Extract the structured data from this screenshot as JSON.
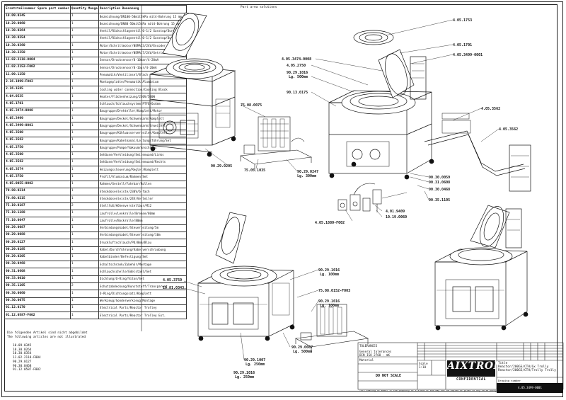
{
  "table": {
    "headers": [
      "Ersatzteilnummer Spare part number",
      "Quantity Menge",
      "Description Benennung"
    ],
    "rows": [
      [
        "10.09.0345",
        "1",
        "Bezeichnung/DN100-50mit5kPa mit4-Bohrung 15 mm"
      ],
      [
        "10.29.0060",
        "1",
        "Bezeichnung/DN80-50mit5kPa mit4-Bohrung 15 mm"
      ],
      [
        "10.30.0264",
        "1",
        "Ventil/Rückschlagventil/0-1/2 Gasstop/Durchfluss"
      ],
      [
        "10.30.0354",
        "1",
        "Ventil/Rückschlagventil/0-1/2 Gasstop/Durchfluss"
      ],
      [
        "10.30.0360",
        "1",
        "Motor/Schrittmotor/NEMA23/24V/Encoder"
      ],
      [
        "10.30.2350",
        "1",
        "Motor/Schrittmotor/NEMA17/24V/Getriebe"
      ],
      [
        "11.02.2118-0004",
        "1",
        "Sensor/Drucksensor/0-10bar/4-20mA"
      ],
      [
        "11.02.2152-F002",
        "1",
        "Sensor/Drucksensor/0-1bar/4-20mA"
      ],
      [
        "11.09.1150",
        "1",
        "Pneumatik/Ventilinsel/8fach"
      ],
      [
        "2.16.1999-F003",
        "1",
        "Montageplatte/Pneumatik/Aluminium"
      ],
      [
        "2.16.1585",
        "1",
        "Cooling water connection/Cooling Block"
      ],
      [
        "4.04.0535",
        "1",
        "Heater/Flächenheizung/230V/500W"
      ],
      [
        "4.05.1701",
        "1",
        "Schlauch/Schlauchsystem/PTFE/6x4mm"
      ],
      [
        "4.05.3474-0008",
        "1",
        "Baugruppe/Drehteller/Komplett/Motor"
      ],
      [
        "4.05.3499",
        "1",
        "Baugruppe/Deckel/Schwenkarm/Komplett"
      ],
      [
        "4.05.3499-0001",
        "1",
        "Baugruppe/Deckel/Schwenkarm/Erweitert"
      ],
      [
        "4.05.3500",
        "1",
        "Baugruppe/Kühlwasserverteiler/Komplett"
      ],
      [
        "4.05.3562",
        "1",
        "Baugruppe/Kabelkanal/Leitungsführung/Set"
      ],
      [
        "4.05.2750",
        "1",
        "Baugruppe/Pumpe/Vakuum/Anschluss"
      ],
      [
        "4.05.3500",
        "1",
        "Gehäuse/Verkleidung/Seitenwand/Links"
      ],
      [
        "4.05.3562",
        "1",
        "Gehäuse/Verkleidung/Seitenwand/Rechts"
      ],
      [
        "4.05.3574",
        "1",
        "Heizungssteuerung/Regler/Komplett"
      ],
      [
        "4.05.3750",
        "1",
        "Profil/Aluminium/Rahmen/Set"
      ],
      [
        "4.05.0055-0002",
        "1",
        "Rahmen/Gestell/Fahrbar/Rollen"
      ],
      [
        "70.80.0214",
        "1",
        "Steckdosenleiste/230V/6-fach"
      ],
      [
        "70.80.0215",
        "1",
        "Steckdosenleiste/24V/Verteiler"
      ],
      [
        "75.19.0187",
        "2",
        "Stellfuß/Höhenverstellbar/M12"
      ],
      [
        "75.19.1188",
        "1",
        "Laufrolle/Lenkrolle/Bremse/80mm"
      ],
      [
        "75.19.0047",
        "1",
        "Laufrolle/Bockrolle/80mm"
      ],
      [
        "90.29.0087",
        "1",
        "Verbindungskabel/Steuerleitung/5m"
      ],
      [
        "90.29.0088",
        "1",
        "Verbindungskabel/Steuerleitung/10m"
      ],
      [
        "90.29.0127",
        "1",
        "Druckluftschlauch/PU/8mm/Blau"
      ],
      [
        "90.29.0185",
        "1",
        "Kabel/Durchführung/Kabelverschraubung"
      ],
      [
        "90.29.0205",
        "1",
        "Kabelbinder/Befestigung/Set"
      ],
      [
        "90.30.0468",
        "1",
        "Schaltschrank/Zubehör/Montage"
      ],
      [
        "90.31.0608",
        "1",
        "Schlauchschelle/Edelstahl/Set"
      ],
      [
        "90.33.0010",
        "1",
        "Dichtung/O-Ring/Viton/Set"
      ],
      [
        "90.35.1105",
        "2",
        "Schutzabdeckung/Kunststoff/Transparent"
      ],
      [
        "90.30.0060",
        "1",
        "O-Ring/Dichtungssatz/Komplett"
      ],
      [
        "90.30.0075",
        "1",
        "Werkzeug/Sonderwerkzeug/Montage"
      ],
      [
        "91.12.0170",
        "1",
        "Electrical Parts/Reactor Trolley"
      ],
      [
        "91.12.0587-F002",
        "1",
        "Electrical Parts/Reactor Trolley Ext."
      ]
    ]
  },
  "notes": {
    "line1": "Die folgenden Artikel sind nicht abgebildet",
    "line2": "The following articles are not illustrated",
    "items": [
      "10.09.0345",
      "10.30.0264",
      "10.30.0354",
      "11.02.2118-F004",
      "90.29.0127",
      "90.30.0468",
      "91.12.0587-F002"
    ]
  },
  "top_note": "Part area solutions",
  "callouts": [
    {
      "id": "c1",
      "text": "4.05.1753"
    },
    {
      "id": "c2",
      "text": "4.05.1701"
    },
    {
      "id": "c3",
      "text": "4.05.3499-0001"
    },
    {
      "id": "c4",
      "text": "4.05.3474-0008"
    },
    {
      "id": "c5",
      "text": "4.05.2750"
    },
    {
      "id": "c6",
      "text": "90.29.1016"
    },
    {
      "id": "c6b",
      "text": "Lg. 500mm"
    },
    {
      "id": "c7",
      "text": "90.13.0175"
    },
    {
      "id": "c8",
      "text": "75.08.0075"
    },
    {
      "id": "c9",
      "text": "90.29.0205"
    },
    {
      "id": "c10",
      "text": "75.05.1035"
    },
    {
      "id": "c11",
      "text": "90.29.0247"
    },
    {
      "id": "c11b",
      "text": "Lg. 300mm"
    },
    {
      "id": "c12",
      "text": "4.01.9409"
    },
    {
      "id": "c13",
      "text": "10.19.0060"
    },
    {
      "id": "c14",
      "text": "4.05.1880-F002"
    },
    {
      "id": "c15",
      "text": "90.30.0059"
    },
    {
      "id": "c16",
      "text": "90.31.0608"
    },
    {
      "id": "c17",
      "text": "90.30.0468"
    },
    {
      "id": "c18",
      "text": "90.35.1105"
    },
    {
      "id": "c19",
      "text": "4.05.3562"
    },
    {
      "id": "c20",
      "text": "4.05.3562"
    },
    {
      "id": "c21",
      "text": "4.05.3750"
    },
    {
      "id": "c22",
      "text": "10.81.0343"
    },
    {
      "id": "c23",
      "text": "90.29.1016"
    },
    {
      "id": "c23b",
      "text": "Lg. 100mm"
    },
    {
      "id": "c24",
      "text": "75.08.0152-F003"
    },
    {
      "id": "c25",
      "text": "90.29.1016"
    },
    {
      "id": "c25b",
      "text": "Lg. 100mm"
    },
    {
      "id": "c26",
      "text": "90.29.0087"
    },
    {
      "id": "c26b",
      "text": "Lg. 500mm"
    },
    {
      "id": "c27",
      "text": "90.29.1007"
    },
    {
      "id": "c27b",
      "text": "Lg. 250mm"
    },
    {
      "id": "c28",
      "text": "90.29.1016"
    },
    {
      "id": "c28b",
      "text": "Lg. 250mm"
    }
  ],
  "title_block": {
    "tolerance": "TOLERANCES",
    "general": "General tolerances",
    "norm": "DIN ISO 2768 - mK",
    "material": "Material",
    "scale_label": "Scale",
    "scale": "1:10",
    "do_not_scale": "DO NOT SCALE",
    "logo": "AIXTRON",
    "confidential": "CONFIDENTIAL",
    "title_label": "Title",
    "title_1": "Reactor/200GS/CTH/Gx Trolly",
    "title_2": "Reactor/200GS/CTH/Trolly Trolly",
    "dwg_label": "Drawing number",
    "dwg_number": "4.05.3499-0001",
    "footer": "This drawing or model is the property of AIXTRON SE and may not be copied or given to any third party without written permission. All rights reserved. Weitergabe sowie Vervielfältigung dieser Unterlage, Verwertung und Mitteilung ihres Inhaltes sind verboten."
  }
}
